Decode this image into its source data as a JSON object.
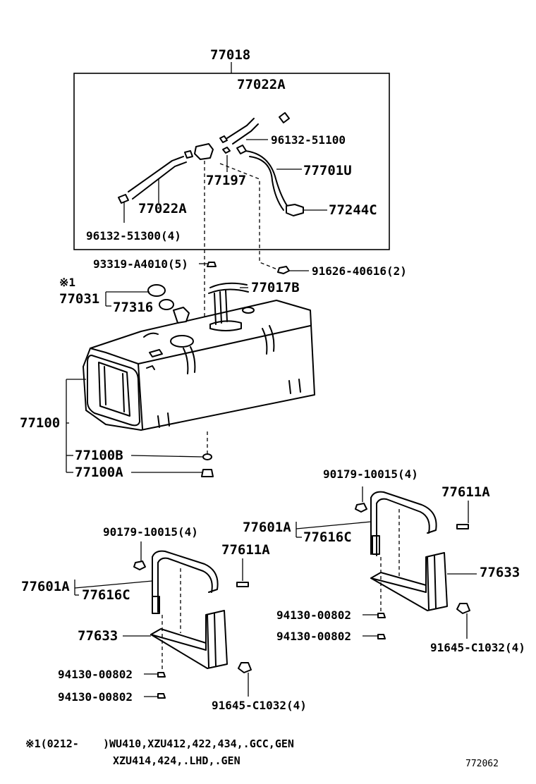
{
  "labels": {
    "l77018": "77018",
    "l77022a_top": "77022A",
    "l96132_51100": "96132-51100",
    "l77701u": "77701U",
    "l77197": "77197",
    "l77022a_bot": "77022A",
    "l77244c": "77244C",
    "l96132_51300": "96132-51300(4)",
    "l93319": "93319-A4010(5)",
    "l91626": "91626-40616(2)",
    "lref1": "※1",
    "l77031": "77031",
    "l77316": "77316",
    "l77017b": "77017B",
    "l77100": "77100",
    "l77100b": "77100B",
    "l77100a": "77100A",
    "l90179_right": "90179-10015(4)",
    "l77611a_right": "77611A",
    "l77601a_right": "77601A",
    "l77616c_right": "77616C",
    "l77633_right": "77633",
    "l94130_r1": "94130-00802",
    "l94130_r2": "94130-00802",
    "l91645_right": "91645-C1032(4)",
    "l90179_left": "90179-10015(4)",
    "l77611a_left": "77611A",
    "l77601a_left": "77601A",
    "l77616c_left": "77616C",
    "l77633_left": "77633",
    "l94130_l1": "94130-00802",
    "l94130_l2": "94130-00802",
    "l91645_left": "91645-C1032(4)"
  },
  "footnote": {
    "mark": "※1(0212-",
    "line1": ")WU410,XZU412,422,434,.GCC,GEN",
    "line2": "XZU414,424,.LHD,.GEN"
  },
  "figure_code": "772062"
}
